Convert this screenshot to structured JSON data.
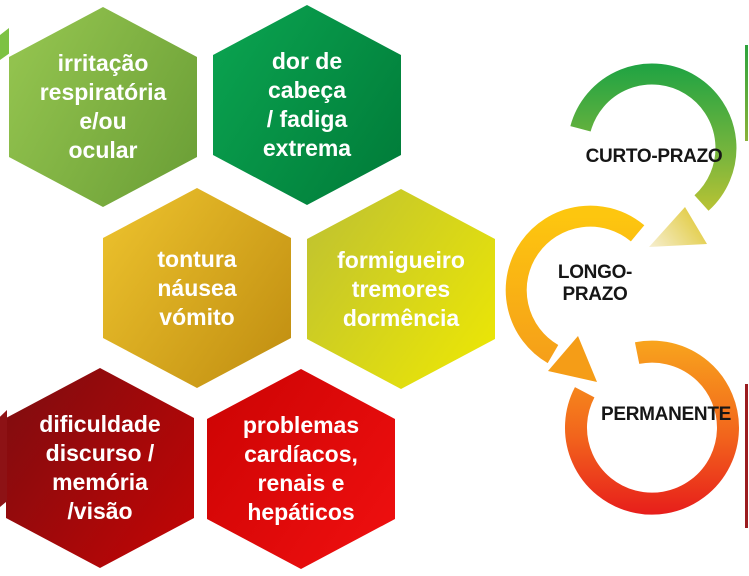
{
  "diagram": {
    "hexagons": [
      {
        "name": "irritacao",
        "lines": [
          "irritação",
          "respiratória",
          "e/ou",
          "ocular"
        ],
        "color_from": "#97c751",
        "color_to": "#699d35"
      },
      {
        "name": "dor-de-cabeca",
        "lines": [
          "dor de",
          "cabeça",
          "/ fadiga",
          "extrema"
        ],
        "color_from": "#0ba551",
        "color_to": "#007a38"
      },
      {
        "name": "tontura",
        "lines": [
          "tontura",
          "náusea",
          "vómito"
        ],
        "color_from": "#eec42e",
        "color_to": "#bf8c10"
      },
      {
        "name": "formigueiro",
        "lines": [
          "formigueiro",
          "tremores",
          "dormência"
        ],
        "color_from": "#bdc033",
        "color_to": "#efe902"
      },
      {
        "name": "dificuldade",
        "lines": [
          "dificuldade",
          "discurso /",
          "memória",
          "/visão"
        ],
        "color_from": "#7c0d10",
        "color_to": "#c50404"
      },
      {
        "name": "problemas",
        "lines": [
          "problemas",
          "cardíacos,",
          "renais e",
          "hepáticos"
        ],
        "color_from": "#cb0303",
        "color_to": "#f11010"
      }
    ],
    "timeline": [
      {
        "name": "curto-prazo",
        "label_lines": [
          "CURTO-PRAZO"
        ],
        "ring_color_start": "#1ea343",
        "ring_color_end": "#d9ca30"
      },
      {
        "name": "longo-prazo",
        "label_lines": [
          "LONGO-",
          "PRAZO"
        ],
        "ring_color_start": "#fdc60f",
        "ring_color_end": "#f59c1a"
      },
      {
        "name": "permanente",
        "label_lines": [
          "PERMANENTE"
        ],
        "ring_color_start": "#f8a41d",
        "ring_color_end": "#e71d1b"
      }
    ],
    "hexagon_text_color": "#ffffff",
    "label_text_color": "#161616"
  }
}
